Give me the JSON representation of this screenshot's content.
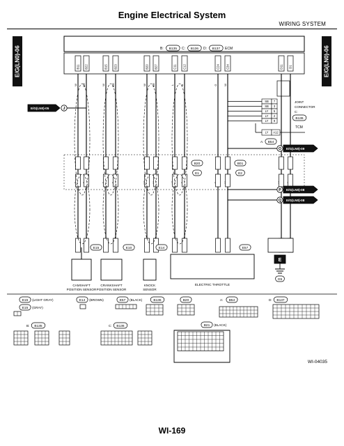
{
  "page": {
    "title": "Engine Electrical System",
    "section": "WIRING SYSTEM",
    "side_tab": "E/G(LN0)-06",
    "page_number": "WI-169",
    "figure_id": "WI-04035"
  },
  "ecm_label": "B: B135  C: B136  D: B137  ECM",
  "ecm_parts": [
    {
      "text": "B:",
      "kind": "t"
    },
    {
      "text": "B135",
      "kind": "c"
    },
    {
      "text": "C:",
      "kind": "t"
    },
    {
      "text": "B136",
      "kind": "c"
    },
    {
      "text": "D:",
      "kind": "t"
    },
    {
      "text": "B137",
      "kind": "c"
    },
    {
      "text": "ECM",
      "kind": "t"
    }
  ],
  "offpage": {
    "left_in": {
      "label": "E/G(LN0)-05",
      "letter": "J"
    },
    "right_out": [
      {
        "letter": "O",
        "label": "E/G(LN0)-09"
      },
      {
        "letter": "P",
        "label": "E/G(LN0)-08"
      },
      {
        "letter": "Q",
        "label": "E/G(LN0)-08"
      }
    ]
  },
  "joint_connector": {
    "label_lines": [
      "JOINT",
      "CONNECTOR",
      "C:"
    ],
    "code": "B136",
    "rows": [
      {
        "color": "SB",
        "pin": "7"
      },
      {
        "color": "SB",
        "pin": "3"
      },
      {
        "color": "LY",
        "pin": "5"
      },
      {
        "color": "LY",
        "pin": "2"
      },
      {
        "color": "LY",
        "pin": "9"
      }
    ]
  },
  "tcm": {
    "label": "TCM",
    "connector": "B54",
    "prefix": "A:",
    "wire": "LY",
    "pin": "A12"
  },
  "junctions": [
    {
      "code": "B20",
      "ref": "E1"
    },
    {
      "code": "B01",
      "ref": "E2"
    }
  ],
  "ecm_pins": [
    "B11",
    "B22",
    "B15",
    "B23",
    "B20",
    "B27",
    "C11",
    "C12",
    "C24",
    "C34",
    "D11",
    "D1"
  ],
  "pin_wires": [
    "W",
    "BR",
    "W",
    "BR",
    "W",
    "BR",
    "L",
    "B",
    "G",
    "W",
    "Y",
    "W"
  ],
  "lower_wires": [
    "R",
    "B",
    "B",
    "R",
    "BR",
    "W",
    "LB",
    "B",
    "G",
    "W",
    "LY",
    "Y"
  ],
  "components": [
    {
      "name": "CAMSHAFT POSITION SENSOR",
      "code": "E15"
    },
    {
      "name": "CRANKSHAFT POSITION SENSOR",
      "code": "E10"
    },
    {
      "name": "KNOCK SENSOR",
      "code": "E14"
    },
    {
      "name": "ELECTRIC THROTTLE",
      "code": "E57"
    }
  ],
  "ground": {
    "code": "G5",
    "symbol": "E"
  },
  "legend": [
    {
      "code": "E15",
      "desc": "(LIGHT GRAY)"
    },
    {
      "code": "E15",
      "desc": "(GRAY)"
    },
    {
      "code": "E14",
      "desc": "(BROWN)"
    },
    {
      "code": "E57",
      "desc": "(BLACK)"
    },
    {
      "code": "B136",
      "desc": ""
    },
    {
      "code": "B20",
      "desc": ""
    },
    {
      "code": "B54",
      "desc": "A:"
    },
    {
      "code": "B137",
      "desc": "D:"
    },
    {
      "code": "B135",
      "desc": "B:"
    },
    {
      "code": "B136",
      "desc": "C:"
    },
    {
      "code": "B21",
      "desc": "(BLACK)"
    }
  ]
}
